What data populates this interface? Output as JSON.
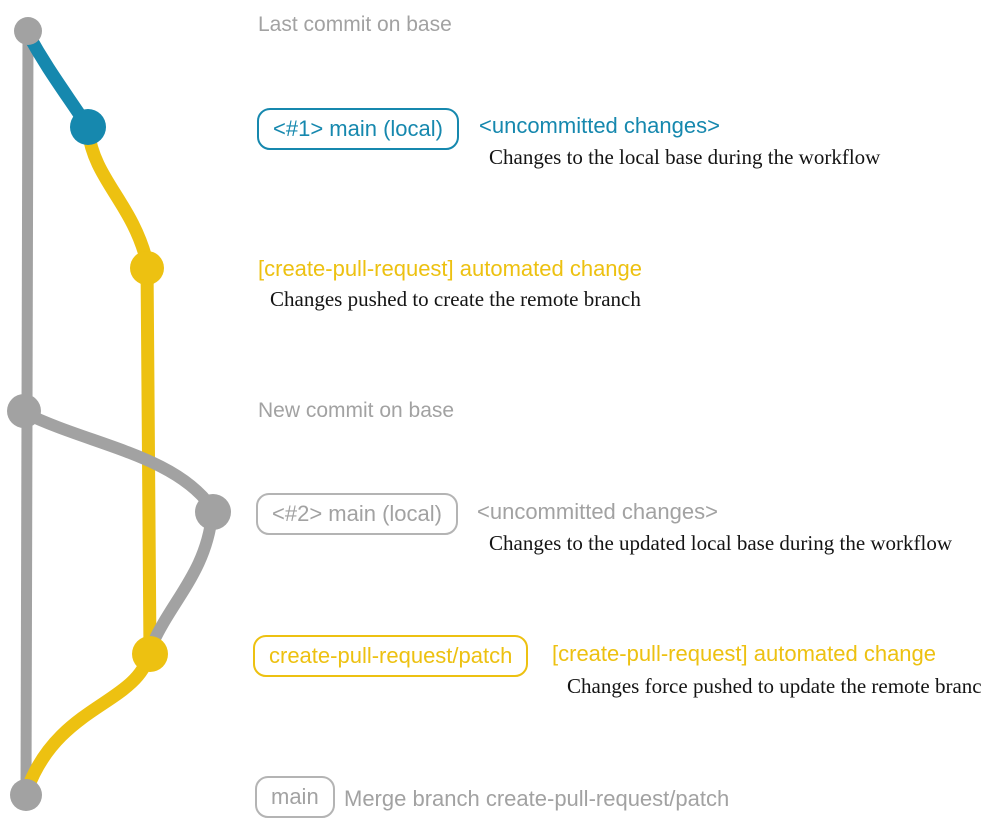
{
  "colors": {
    "teal": "#1688ae",
    "yellow": "#edc111",
    "gray": "#a2a2a2",
    "badge_gray": "#b4b4b4",
    "ink": "#141414"
  },
  "labels": {
    "last_commit": "Last commit on base",
    "new_commit": "New commit on base",
    "row1": {
      "badge": "<#1> main (local)",
      "note": "<uncommitted changes>",
      "desc": "Changes to the local base during the workflow"
    },
    "row2": {
      "title": "[create-pull-request] automated change",
      "desc": "Changes pushed to create the remote branch"
    },
    "row3": {
      "badge": "<#2> main (local)",
      "note": "<uncommitted changes>",
      "desc": "Changes to the updated local base during the workflow"
    },
    "row4": {
      "badge": "create-pull-request/patch",
      "title": "[create-pull-request] automated change",
      "desc": "Changes force pushed to update the remote branch"
    },
    "row5": {
      "badge": "main",
      "title": "Merge branch create-pull-request/patch"
    }
  }
}
